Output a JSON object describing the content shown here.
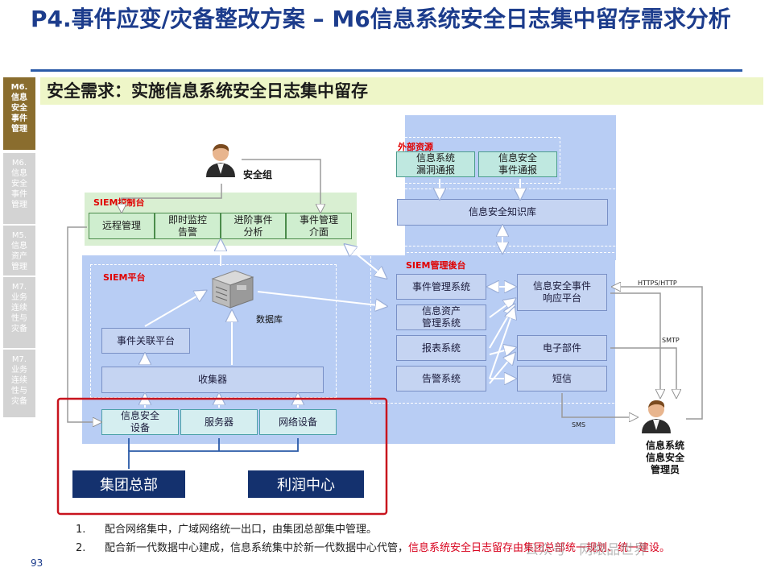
{
  "title": "P4.事件应变/灾备整改方案 – M6信息系统安全日志集中留存需求分析",
  "sidebar": [
    {
      "label": "M6.\n信息\n安全\n事件\n管理",
      "active": true
    },
    {
      "label": "M6.\n信息\n安全\n事件\n管理",
      "active": false
    },
    {
      "label": "M5.\n信息\n资产\n管理",
      "active": false
    },
    {
      "label": "M7.\n业务\n连续\n性与\n灾备",
      "active": false
    },
    {
      "label": "M7.\n业务\n连续\n性与\n灾备",
      "active": false
    }
  ],
  "banner": "安全需求：实施信息系统安全日志集中留存",
  "diagram": {
    "security_group": "安全组",
    "siem_console": {
      "label": "SIEM控制台",
      "items": [
        "远程管理",
        "即时监控\n告警",
        "进阶事件\n分析",
        "事件管理\n介面"
      ]
    },
    "siem_platform": {
      "label": "SIEM平台",
      "database": "数据库",
      "correlation": "事件关联平台",
      "collector": "收集器",
      "sources": [
        "信息安全\n设备",
        "服务器",
        "网络设备"
      ]
    },
    "external": {
      "label": "外部资源",
      "items": [
        "信息系统\n漏洞通报",
        "信息安全\n事件通报"
      ],
      "knowledge_base": "信息安全知识库"
    },
    "siem_backend": {
      "label": "SIEM管理後台",
      "left": [
        "事件管理系统",
        "信息资产\n管理系统",
        "报表系统",
        "告警系统"
      ],
      "right": [
        "信息安全事件\n响应平台",
        "电子部件",
        "短信"
      ]
    },
    "protocols": [
      "HTTPS/HTTP",
      "SMTP",
      "SMS"
    ],
    "admin_label": "信息系统\n信息安全\n管理员",
    "orgs": [
      "集团总部",
      "利润中心"
    ]
  },
  "notes": [
    {
      "num": "1.",
      "text": "配合网络集中，广域网络统一出口，由集团总部集中管理。"
    },
    {
      "num": "2.",
      "text": "配合新一代数据中心建成，信息系统集中於新一代数据中心代管，",
      "highlight": "信息系统安全日志留存由集团总部统一规划、统一建设。"
    }
  ],
  "page_number": "93",
  "watermark": "公众号 · 网眼品世界",
  "colors": {
    "title": "#1c3c8c",
    "region": "#b8cdf4",
    "navy": "#14316e",
    "highlight_red": "#d8001c",
    "frame_red": "#c8141e"
  }
}
